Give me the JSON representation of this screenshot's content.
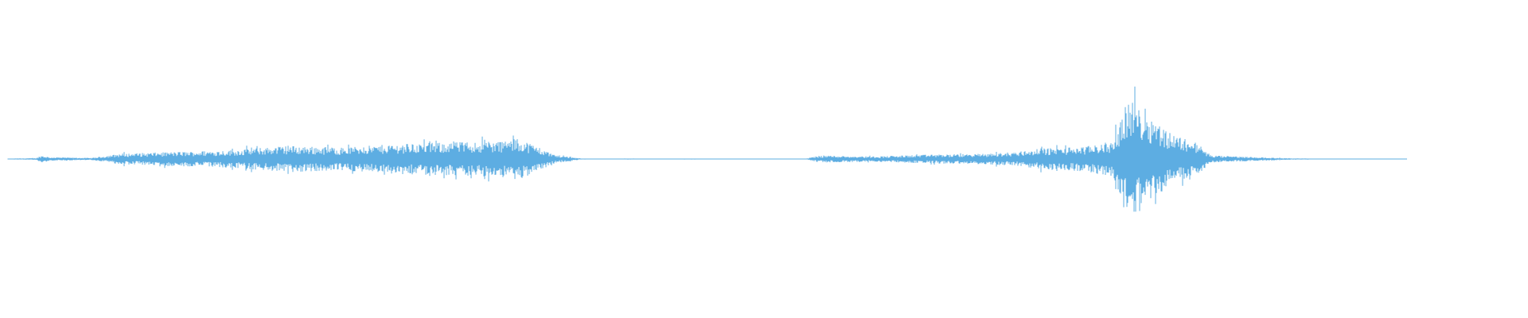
{
  "waveform": {
    "color": "#5dade2",
    "background": "#ffffff",
    "duration_fraction_visible": 1.0,
    "envelope": [
      {
        "t": 0.0,
        "a": 0.004
      },
      {
        "t": 0.02,
        "a": 0.01
      },
      {
        "t": 0.024,
        "a": 0.04
      },
      {
        "t": 0.03,
        "a": 0.02
      },
      {
        "t": 0.06,
        "a": 0.012
      },
      {
        "t": 0.08,
        "a": 0.06
      },
      {
        "t": 0.12,
        "a": 0.08
      },
      {
        "t": 0.16,
        "a": 0.1
      },
      {
        "t": 0.2,
        "a": 0.15
      },
      {
        "t": 0.24,
        "a": 0.13
      },
      {
        "t": 0.28,
        "a": 0.17
      },
      {
        "t": 0.32,
        "a": 0.19
      },
      {
        "t": 0.35,
        "a": 0.2
      },
      {
        "t": 0.365,
        "a": 0.23
      },
      {
        "t": 0.375,
        "a": 0.17
      },
      {
        "t": 0.39,
        "a": 0.05
      },
      {
        "t": 0.41,
        "a": 0.005
      },
      {
        "t": 0.57,
        "a": 0.003
      },
      {
        "t": 0.58,
        "a": 0.04
      },
      {
        "t": 0.62,
        "a": 0.03
      },
      {
        "t": 0.66,
        "a": 0.05
      },
      {
        "t": 0.7,
        "a": 0.06
      },
      {
        "t": 0.72,
        "a": 0.08
      },
      {
        "t": 0.74,
        "a": 0.12
      },
      {
        "t": 0.77,
        "a": 0.14
      },
      {
        "t": 0.79,
        "a": 0.2
      },
      {
        "t": 0.8,
        "a": 0.68
      },
      {
        "t": 0.815,
        "a": 0.52
      },
      {
        "t": 0.83,
        "a": 0.3
      },
      {
        "t": 0.85,
        "a": 0.18
      },
      {
        "t": 0.86,
        "a": 0.04
      },
      {
        "t": 0.92,
        "a": 0.006
      },
      {
        "t": 1.0,
        "a": 0.0
      }
    ]
  }
}
